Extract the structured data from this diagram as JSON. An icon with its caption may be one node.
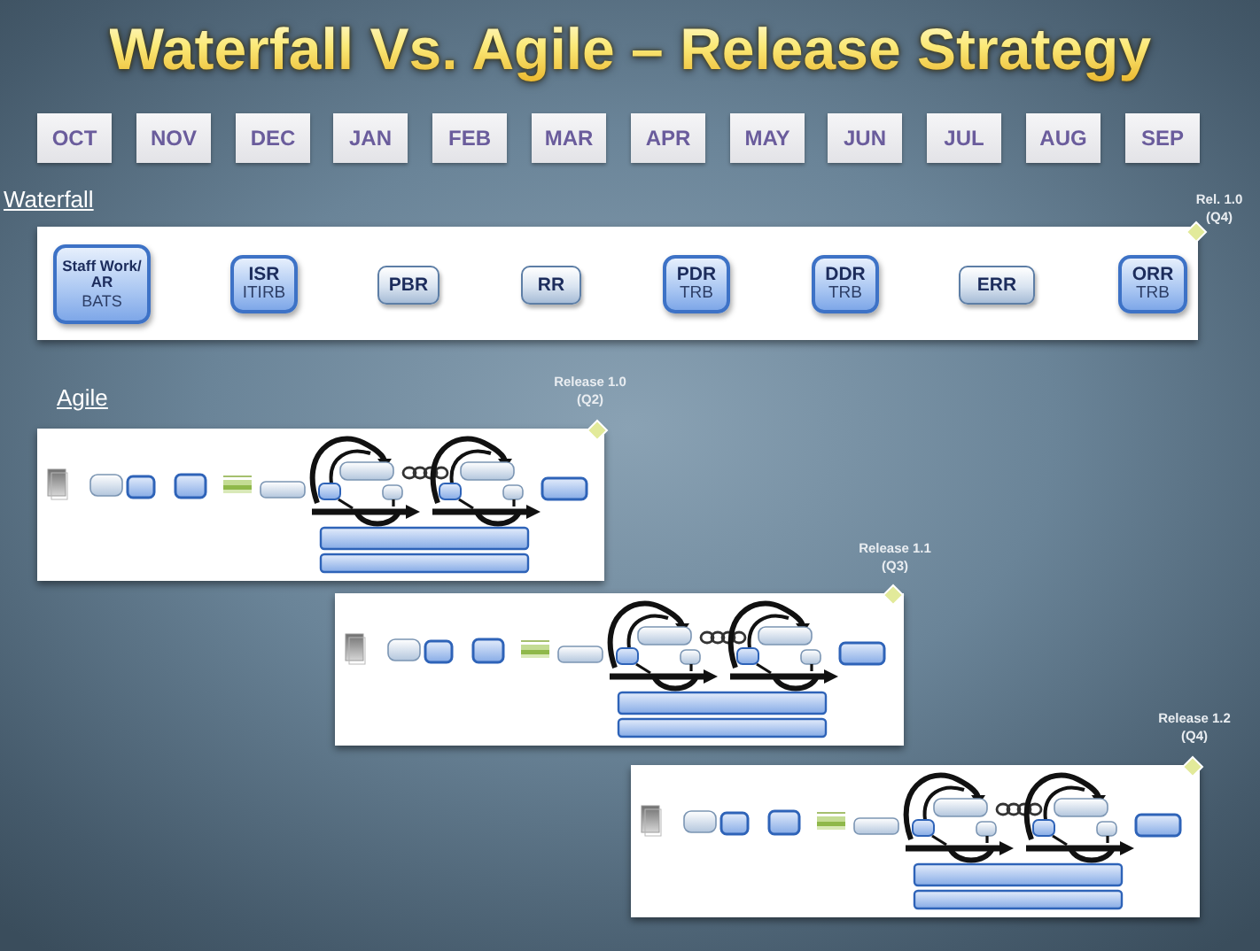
{
  "diagram": {
    "title": "Waterfall Vs. Agile – Release Strategy",
    "nodes": [
      {
        "text": [
          "OCT"
        ]
      },
      {
        "text": [
          "NOV"
        ]
      },
      {
        "text": [
          "DEC"
        ]
      },
      {
        "text": [
          "JAN"
        ]
      },
      {
        "text": [
          "FEB"
        ]
      },
      {
        "text": [
          "MAR"
        ]
      },
      {
        "text": [
          "APR"
        ]
      },
      {
        "text": [
          "MAY"
        ]
      },
      {
        "text": [
          "JUN"
        ]
      },
      {
        "text": [
          "JUL"
        ]
      },
      {
        "text": [
          "AUG"
        ]
      },
      {
        "text": [
          "SEP"
        ]
      },
      {
        "text": [
          "Waterfall"
        ]
      },
      {
        "text": [
          "Staff Work/ AR",
          "BATS"
        ],
        "in": 12
      },
      {
        "text": [
          "ISR",
          "ITIRB"
        ],
        "in": 12
      },
      {
        "text": [
          "PBR"
        ],
        "in": 12
      },
      {
        "text": [
          "RR"
        ],
        "in": 12
      },
      {
        "text": [
          "PDR",
          "TRB"
        ],
        "in": 12
      },
      {
        "text": [
          "DDR",
          "TRB"
        ],
        "in": 12
      },
      {
        "text": [
          "ERR"
        ],
        "in": 12
      },
      {
        "text": [
          "ORR",
          "TRB"
        ],
        "in": 12
      },
      {
        "text": [],
        "shape": "diamond",
        "beside": [
          "Rel. 1.0 (Q4)"
        ]
      },
      {
        "text": [
          "Agile"
        ]
      },
      {
        "text": [],
        "shape": "diamond",
        "beside": [
          "Release 1.0 (Q2)"
        ]
      },
      {
        "text": [],
        "shape": "box"
      },
      {
        "text": [],
        "shape": "diamond",
        "beside": [
          "Release 1.1 (Q3)"
        ]
      },
      {
        "text": [],
        "shape": "box"
      },
      {
        "text": [],
        "shape": "diamond",
        "beside": [
          "Release 1.2 (Q4)"
        ]
      }
    ]
  }
}
